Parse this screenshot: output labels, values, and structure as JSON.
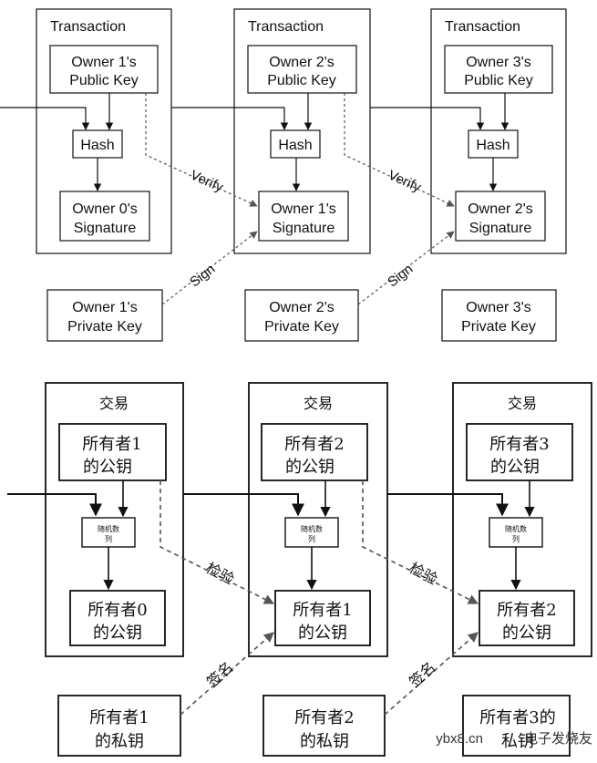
{
  "colors": {
    "line": "#111111",
    "dashed": "#555555",
    "background": "#ffffff"
  },
  "english": {
    "transactions": [
      {
        "title": "Transaction",
        "public_key": [
          "Owner 1's",
          "Public Key"
        ],
        "signature": [
          "Owner 0's",
          "Signature"
        ],
        "hash": "Hash"
      },
      {
        "title": "Transaction",
        "public_key": [
          "Owner 2's",
          "Public Key"
        ],
        "signature": [
          "Owner 1's",
          "Signature"
        ],
        "hash": "Hash"
      },
      {
        "title": "Transaction",
        "public_key": [
          "Owner 3's",
          "Public Key"
        ],
        "signature": [
          "Owner 2's",
          "Signature"
        ],
        "hash": "Hash"
      }
    ],
    "private_keys": [
      [
        "Owner 1's",
        "Private Key"
      ],
      [
        "Owner 2's",
        "Private Key"
      ],
      [
        "Owner 3's",
        "Private Key"
      ]
    ],
    "verify_label": "Verify",
    "sign_label": "Sign"
  },
  "chinese": {
    "transactions": [
      {
        "title": "交易",
        "public_key": [
          "所有者1",
          "的公钥"
        ],
        "signature": [
          "所有者0",
          "的公钥"
        ],
        "hash": [
          "随机数",
          "列"
        ]
      },
      {
        "title": "交易",
        "public_key": [
          "所有者2",
          "的公钥"
        ],
        "signature": [
          "所有者1",
          "的公钥"
        ],
        "hash": [
          "随机数",
          "列"
        ]
      },
      {
        "title": "交易",
        "public_key": [
          "所有者3",
          "的公钥"
        ],
        "signature": [
          "所有者2",
          "的公钥"
        ],
        "hash": [
          "随机数",
          "列"
        ]
      }
    ],
    "private_keys": [
      [
        "所有者1",
        "的私钥"
      ],
      [
        "所有者2",
        "的私钥"
      ],
      [
        "所有者3的",
        "私钥"
      ]
    ],
    "verify_label": "检验",
    "sign_label": "签名"
  },
  "watermark": {
    "site": "ybx8.cn",
    "brand": "电子发烧友"
  }
}
